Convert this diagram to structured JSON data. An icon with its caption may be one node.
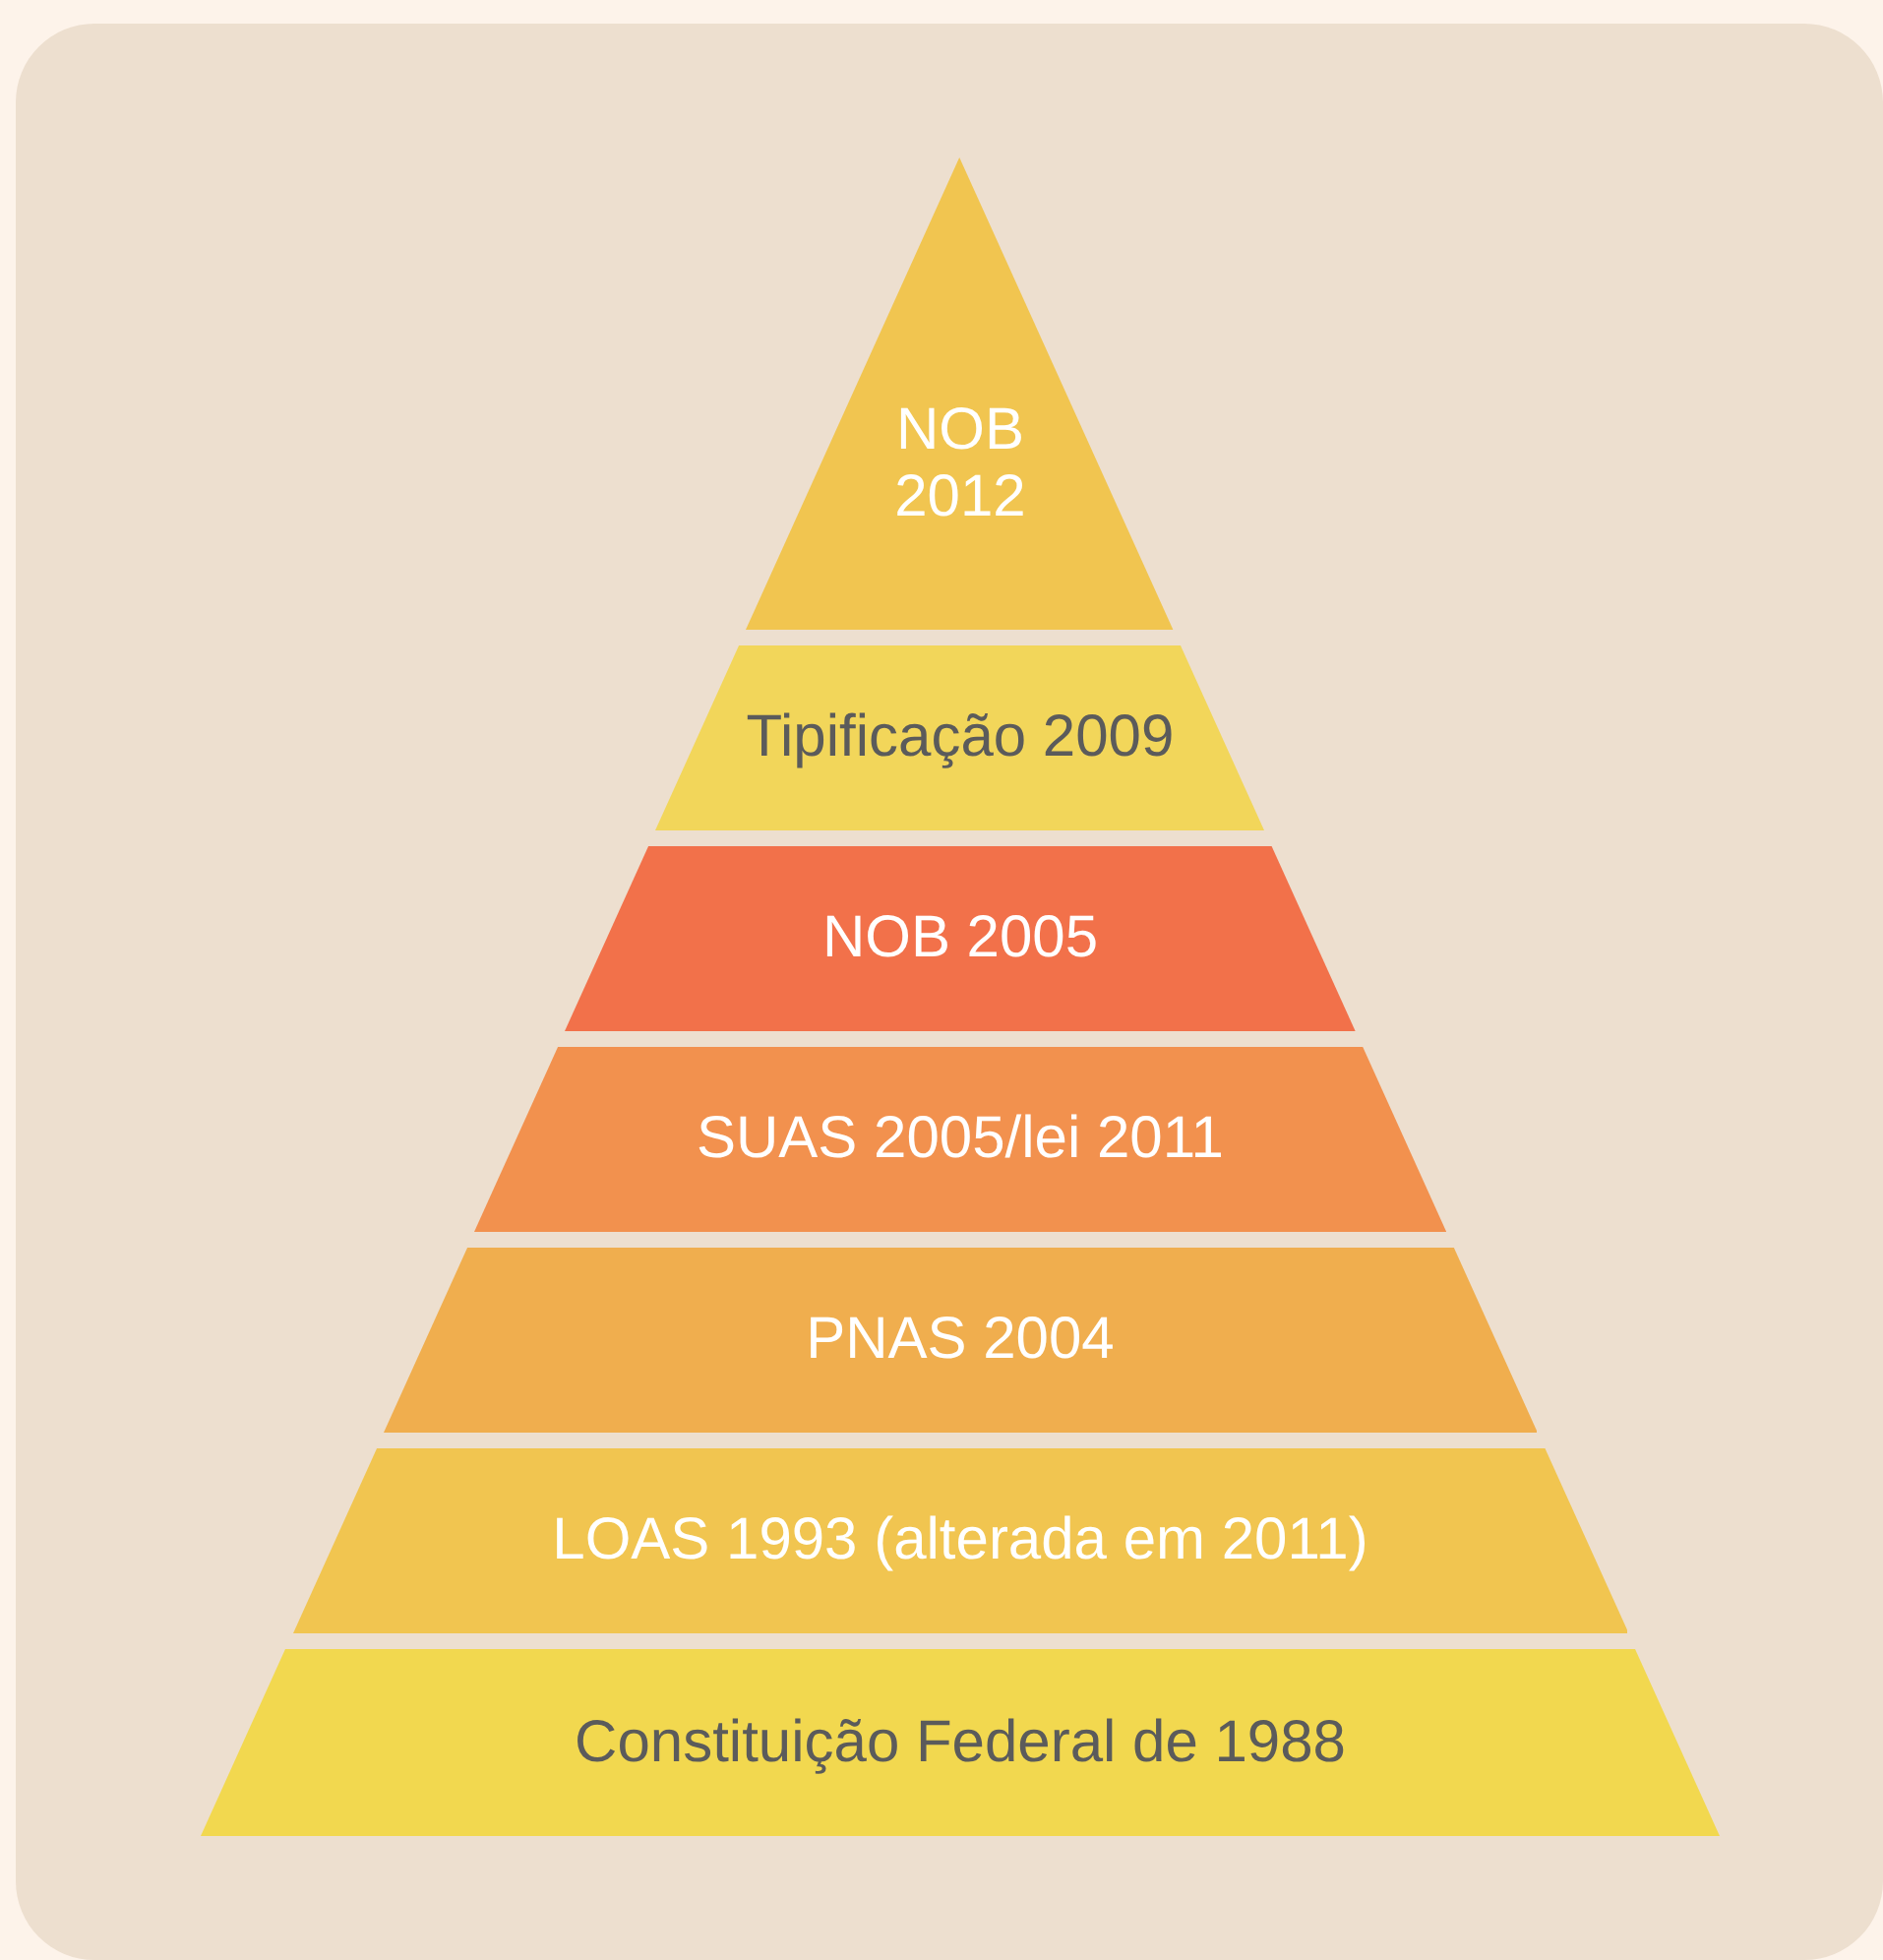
{
  "diagram": {
    "nodes": [
      {
        "text": [
          "NOB 2012"
        ]
      },
      {
        "text": [
          "Tipificação 2009"
        ]
      },
      {
        "text": [
          "NOB 2005"
        ]
      },
      {
        "text": [
          "SUAS 2005/lei 2011"
        ]
      },
      {
        "text": [
          "PNAS 2004"
        ]
      },
      {
        "text": [
          "LOAS 1993 (alterada em 2011)"
        ]
      },
      {
        "text": [
          "Constituição Federal de 1988"
        ]
      }
    ]
  }
}
